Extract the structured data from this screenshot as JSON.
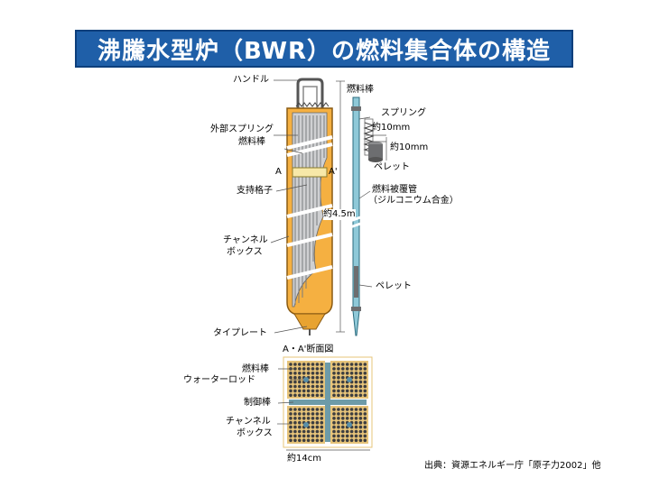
{
  "title": "沸騰水型炉（BWR）の燃料集合体の構造",
  "labels": {
    "handle": "ハンドル",
    "fuel_rod_top": "燃料棒",
    "spring": "スプリング",
    "outer_spring": "外部スプリング",
    "fuel_rod_left": "燃料棒",
    "approx_10mm_a": "約10mm",
    "approx_10mm_b": "約10mm",
    "pellet_top": "ペレット",
    "section_a": "A",
    "section_a_prime": "A'",
    "spacer_grid": "支持格子",
    "cladding": "燃料被覆管",
    "cladding_sub": "（ジルコニウム合金）",
    "approx_45m": "約4.5m",
    "channel_box_1": "チャンネル",
    "channel_box_2": "ボックス",
    "pellet_bottom": "ペレット",
    "tie_plate": "タイプレート",
    "section_title": "A・A'断面図",
    "fuel_rod_section": "燃料棒",
    "water_rod": "ウォーターロッド",
    "control_rod": "制御棒",
    "channel_box_s1": "チャンネル",
    "channel_box_s2": "ボックス",
    "approx_14cm": "約14cm"
  },
  "source": "出典：資源エネルギー庁「原子力2002」他",
  "colors": {
    "title_bg": "#1f5fa8",
    "channel_box": "#f5b041",
    "fuel_rod": "#a7a9ac",
    "cladding": "#8fc9d8",
    "pellet": "#6d6e70",
    "section_frame": "#e7c47a"
  }
}
